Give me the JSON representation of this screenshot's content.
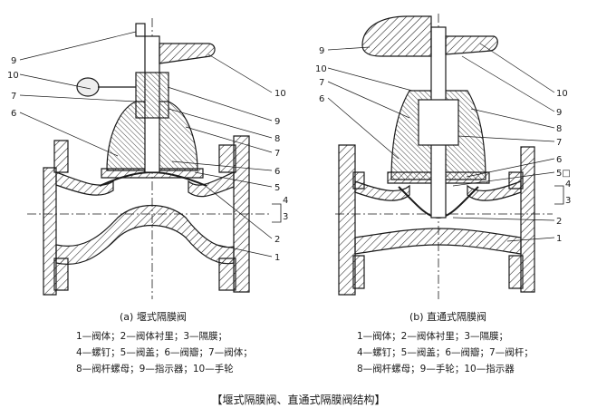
{
  "diagram_a": {
    "labels": [
      "9",
      "10",
      "7",
      "6",
      "10",
      "9",
      "8",
      "7",
      "6",
      "5",
      "4",
      "3",
      "2",
      "1"
    ],
    "caption": "(a) 堰式隔膜阀",
    "legend": [
      "1—阀体；2—阀体衬里；3—隔膜；",
      "4—螺钉；5—阀盖；6—阀瓣；7—阀体；",
      "8—阀杆螺母；9—指示器；10—手轮"
    ]
  },
  "diagram_b": {
    "labels": [
      "9",
      "10",
      "7",
      "6",
      "10",
      "9",
      "8",
      "7",
      "6",
      "5□",
      "4",
      "3",
      "2",
      "1"
    ],
    "caption": "(b) 直通式隔膜阀",
    "legend": [
      "1—阀体；2—阀体衬里；3—隔膜；",
      "4—螺钉；5—阀盖；6—阀瓣；7—阀杆；",
      "8—阀杆螺母；9—手轮；10—指示器"
    ]
  },
  "figure_title": "【堰式隔膜阀、直通式隔膜阀结构】"
}
